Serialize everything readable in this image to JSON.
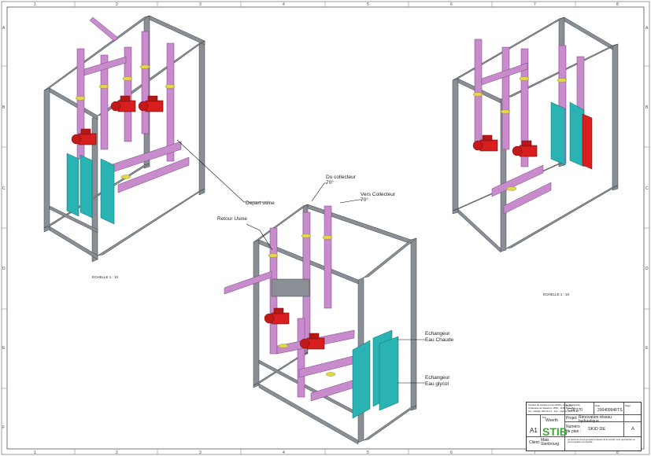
{
  "frame": {
    "col_labels": [
      "1",
      "2",
      "3",
      "4",
      "5",
      "6",
      "7",
      "8"
    ],
    "row_labels": [
      "A",
      "B",
      "C",
      "D",
      "E",
      "F"
    ]
  },
  "views": {
    "left": {
      "scale": "ECHELLE 1 : 10"
    },
    "right": {
      "scale": "ECHELLE 1 : 10"
    }
  },
  "callouts": {
    "depart_usine": "Depart usine",
    "du_collecteur_1": "Du collecteur",
    "du_collecteur_2": "70°",
    "vers_collecteur_1": "Vers Collecteur",
    "vers_collecteur_2": "70°",
    "retour_usine": "Retour Usine",
    "echangeur_chaude_1": "Echangeur",
    "echangeur_chaude_2": "Eau Chaude",
    "echangeur_glycol_1": "Echangeur",
    "echangeur_glycol_2": "Eau glycol"
  },
  "title_block": {
    "company_1": "Société de Gérance Immobilière et de l'Entreprise",
    "company_2": "Chaussée de Waterloo 1505 - 1180 Bruxelles",
    "company_3": "Tel: +32(0)2 345 00 47 - Fax: +32(0)2 345 00 11",
    "ref_label": "Ref N°",
    "ref_value": "C14.070",
    "date_label": "Date",
    "date_value": "20040994FTS",
    "par_label": "Par",
    "par_value": "Woerth",
    "projet_label": "Projet:",
    "projet_value_1": "Rénovation réseau",
    "projet_value_2": "hydraulique",
    "page_label": "Page",
    "format": "A1",
    "logo": "STIB",
    "numero_label_1": "Numéro",
    "numero_label_2": "de plan :",
    "numero_value": "SKID DE",
    "revision": "A",
    "client_label": "Client:",
    "client_value_1": "Mais",
    "client_value_2": "Stenbourg",
    "note": "Ce document est la propriété exclusive de la société; toute reproduction ou communication est interdite"
  },
  "colors": {
    "pipe": "#c88ccc",
    "pipe_dark": "#9d5aa8",
    "pump": "#d81e1e",
    "exchanger": "#2ab3b3",
    "frame": "#7a7f86",
    "fitting": "#e0d84a"
  }
}
